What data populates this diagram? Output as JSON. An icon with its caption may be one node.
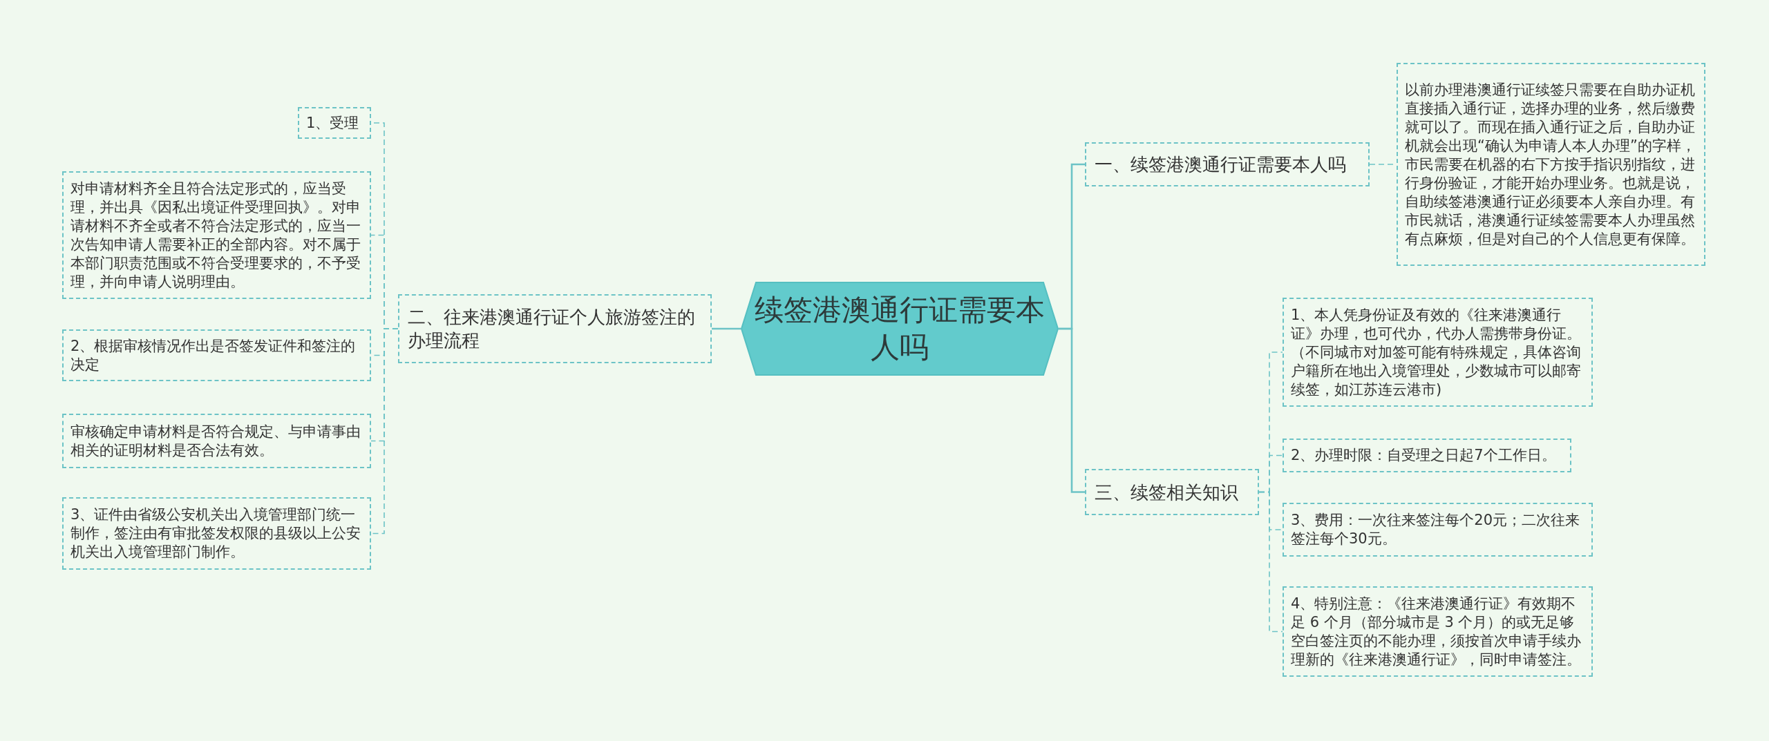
{
  "diagram": {
    "nodes": [
      {
        "text": [
          "续签港澳通行证需要本人吗"
        ]
      },
      {
        "text": [
          "二、往来港澳通行证个人旅游签注的办理流程"
        ]
      },
      {
        "text": [
          "1、受理"
        ]
      },
      {
        "text": [
          "对申请材料齐全且符合法定形式的，应当受理，并出具《因私出境证件受理回执》。对申请材料不齐全或者不符合法定形式的，应当一次告知申请人需要补正的全部内容。对不属于本部门职责范围或不符合受理要求的，不予受理，并向申请人说明理由。"
        ]
      },
      {
        "text": [
          "2、根据审核情况作出是否签发证件和签注的决定"
        ]
      },
      {
        "text": [
          "审核确定申请材料是否符合规定、与申请事由相关的证明材料是否合法有效。"
        ]
      },
      {
        "text": [
          "3、证件由省级公安机关出入境管理部门统一制作，签注由有审批签发权限的县级以上公安机关出入境管理部门制作。"
        ]
      },
      {
        "text": [
          "一、续签港澳通行证需要本人吗"
        ]
      },
      {
        "text": [
          "以前办理港澳通行证续签只需要在自助办证机直接插入通行证，选择办理的业务，然后缴费就可以了。而现在插入通行证之后，自助办证机就会出现“确认为申请人本人办理”的字样，市民需要在机器的右下方按手指识别指纹，进行身份验证，才能开始办理业务。也就是说，自助续签港澳通行证必须要本人亲自办理。有市民就话，港澳通行证续签需要本人办理虽然有点麻烦，但是对自己的个人信息更有保障。"
        ]
      },
      {
        "text": [
          "三、续签相关知识"
        ]
      },
      {
        "text": [
          "1、本人凭身份证及有效的《往来港澳通行证》办理，也可代办，代办人需携带身份证。（不同城市对加签可能有特殊规定，具体咨询户籍所在地出入境管理处，少数城市可以邮寄续签，如江苏连云港市)"
        ]
      },
      {
        "text": [
          "2、办理时限：自受理之日起7个工作日。"
        ]
      },
      {
        "text": [
          "3、费用：一次往来签注每个20元；二次往来签注每个30元。"
        ]
      },
      {
        "text": [
          "4、特别注意：《往来港澳通行证》有效期不足 6 个月（部分城市是 3 个月）的或无足够空白签注页的不能办理，须按首次申请手续办理新的《往来港澳通行证》，同时申请签注。"
        ]
      }
    ],
    "edges": [
      {
        "from": 0,
        "to": 1,
        "arrow": "none"
      },
      {
        "from": 1,
        "to": 2,
        "arrow": "none",
        "style": "dashed"
      },
      {
        "from": 1,
        "to": 3,
        "arrow": "none",
        "style": "dashed"
      },
      {
        "from": 1,
        "to": 4,
        "arrow": "none",
        "style": "dashed"
      },
      {
        "from": 1,
        "to": 5,
        "arrow": "none",
        "style": "dashed"
      },
      {
        "from": 1,
        "to": 6,
        "arrow": "none",
        "style": "dashed"
      },
      {
        "from": 0,
        "to": 7,
        "arrow": "none"
      },
      {
        "from": 7,
        "to": 8,
        "arrow": "none",
        "style": "dashed"
      },
      {
        "from": 0,
        "to": 9,
        "arrow": "none"
      },
      {
        "from": 9,
        "to": 10,
        "arrow": "none",
        "style": "dashed"
      },
      {
        "from": 9,
        "to": 11,
        "arrow": "none",
        "style": "dashed"
      },
      {
        "from": 9,
        "to": 12,
        "arrow": "none",
        "style": "dashed"
      },
      {
        "from": 9,
        "to": 13,
        "arrow": "none",
        "style": "dashed"
      }
    ]
  }
}
